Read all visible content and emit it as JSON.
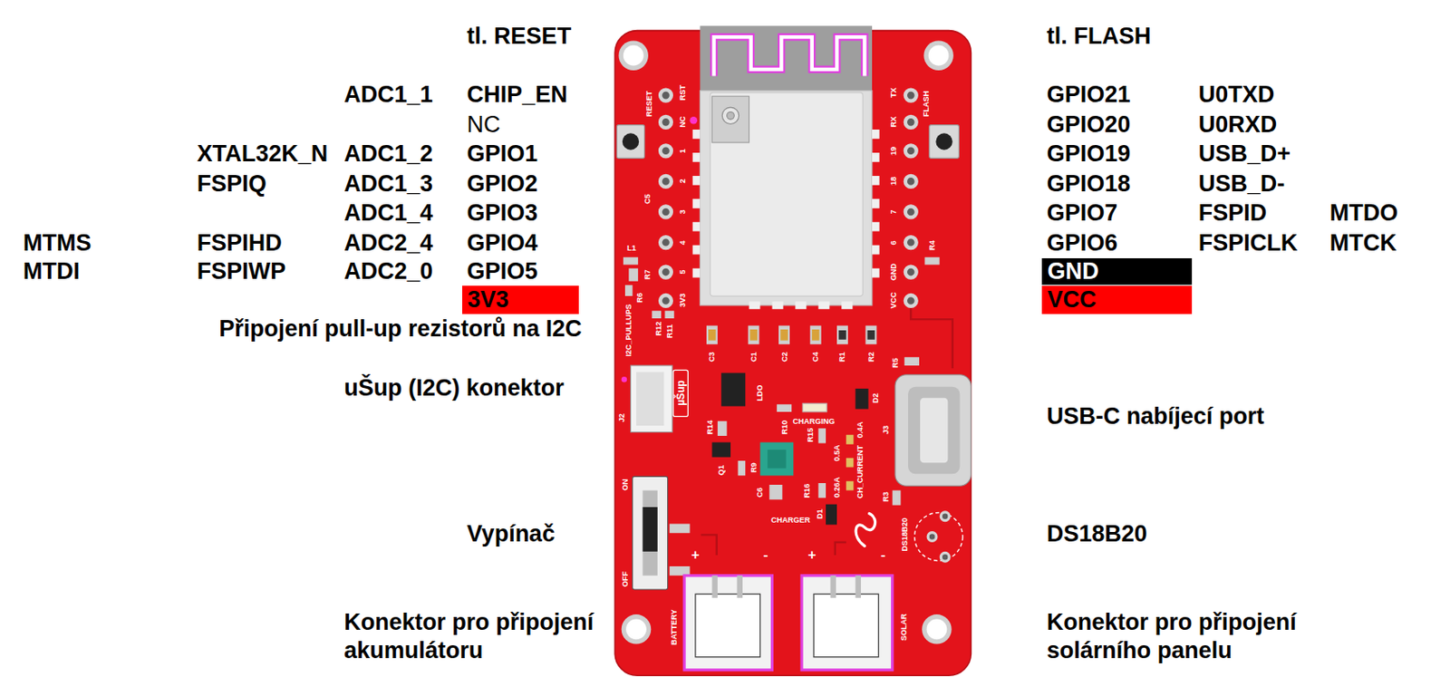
{
  "diagram": {
    "nodes": [
      {
        "text": [
          "3V3"
        ]
      },
      {
        "text": [
          "GND"
        ]
      },
      {
        "text": [
          "VCC"
        ]
      }
    ],
    "labels": [
      "tl. RESET",
      "ADC1_1",
      "CHIP_EN",
      "NC",
      "XTAL32K_N",
      "ADC1_2",
      "GPIO1",
      "FSPIQ",
      "ADC1_3",
      "GPIO2",
      "ADC1_4",
      "GPIO3",
      "MTMS",
      "FSPIHD",
      "ADC2_4",
      "GPIO4",
      "MTDI",
      "FSPIWP",
      "ADC2_0",
      "GPIO5",
      "Připojení pull-up rezistorů na I2C",
      "uŠup (I2C) konektor",
      "Vypínač",
      "Konektor pro připojení akumulátoru",
      "tl. FLASH",
      "GPIO21",
      "U0TXD",
      "GPIO20",
      "U0RXD",
      "GPIO19",
      "USB_D+",
      "GPIO18",
      "USB_D-",
      "GPIO7",
      "FSPID",
      "MTDO",
      "GPIO6",
      "FSPICLK",
      "MTCK",
      "USB-C nabíjecí port",
      "DS18B20",
      "Konektor pro připojení solárního panelu",
      "RESET",
      "RST",
      "NC",
      "1",
      "2",
      "3",
      "4",
      "5",
      "3V3",
      "TX",
      "RX",
      "19",
      "18",
      "7",
      "6",
      "GND",
      "VCC",
      "FLASH",
      "C5",
      "L1",
      "R7",
      "R6",
      "I2C_PULLUPS",
      "R12",
      "R11",
      "C3",
      "C1",
      "C2",
      "C4",
      "R1",
      "R2",
      "R4",
      "R5",
      "J2",
      "µŠup",
      "LDO",
      "R14",
      "Q1",
      "R9",
      "CHARGING",
      "R10",
      "D2",
      "R15",
      "R16",
      "0.5A",
      "0.4A",
      "0.26A",
      "CH_CURRENT",
      "C6",
      "CHARGER",
      "D1",
      "J3",
      "R3",
      "DS18B20",
      "ON",
      "OFF",
      "+",
      "-",
      "+",
      "-",
      "BATTERY",
      "SOLAR"
    ]
  }
}
